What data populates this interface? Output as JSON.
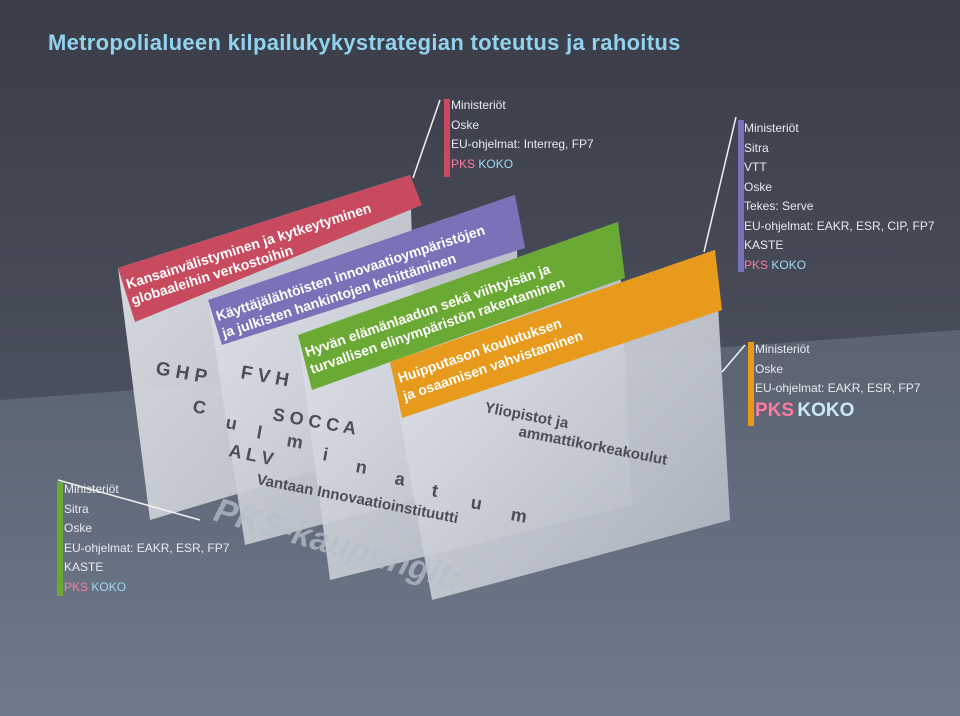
{
  "title": "Metropolialueen kilpailukykystrategian toteutus ja rahoitus",
  "colors": {
    "red": "#c84a5e",
    "purple": "#7a72b8",
    "green": "#6aa934",
    "orange": "#e79a1c",
    "dark": "#3d3f4a",
    "panel": "#d9dde4"
  },
  "themes": [
    {
      "line1": "Kansainvälistyminen ja kytkeytyminen",
      "line2": "globaaleihin verkostoihin"
    },
    {
      "line1": "Käyttäjälähtöisten innovaatioympäristöjen",
      "line2": "ja julkisten hankintojen kehittäminen"
    },
    {
      "line1": "Hyvän elämänlaadun sekä viihtyisän ja",
      "line2": "turvallisen elinympäristön rakentaminen"
    },
    {
      "line1": "Huipputason koulutuksen",
      "line2": "ja osaamisen vahvistaminen"
    }
  ],
  "panel_text": {
    "ghp": "G H P",
    "c": "C",
    "u": "u",
    "l": "l",
    "fvh": "F V H",
    "socca": "S O C C A",
    "m1": "m",
    "i": "i",
    "alv": "A L V",
    "n": "n",
    "a": "a",
    "t": "t",
    "u2": "u",
    "m2": "m",
    "vantaa": "Vantaan Innovaatioinstituutti",
    "yliopistot1": "Yliopistot ja",
    "yliopistot2": "ammattikorkeakoulut",
    "watermark": "PKS-kaupungit:"
  },
  "funders_red": [
    "Ministeriöt",
    "Oske",
    "EU-ohjelmat: Interreg, FP7"
  ],
  "funders_red_pks": "PKS",
  "funders_red_koko": "KOKO",
  "funders_purple": [
    "Ministeriöt",
    "Sitra",
    "VTT",
    "Oske",
    "Tekes: Serve",
    "EU-ohjelmat: EAKR, ESR, CIP, FP7",
    "KASTE"
  ],
  "funders_purple_pks": "PKS",
  "funders_purple_koko": "KOKO",
  "funders_orange": [
    "Ministeriöt",
    "Oske",
    "EU-ohjelmat: EAKR, ESR, FP7"
  ],
  "funders_orange_pks": "PKS",
  "funders_orange_koko": "KOKO",
  "funders_green": [
    "Ministeriöt",
    "Sitra",
    "Oske",
    "EU-ohjelmat: EAKR, ESR, FP7",
    "KASTE"
  ],
  "funders_green_pks": "PKS",
  "funders_green_koko": "KOKO"
}
